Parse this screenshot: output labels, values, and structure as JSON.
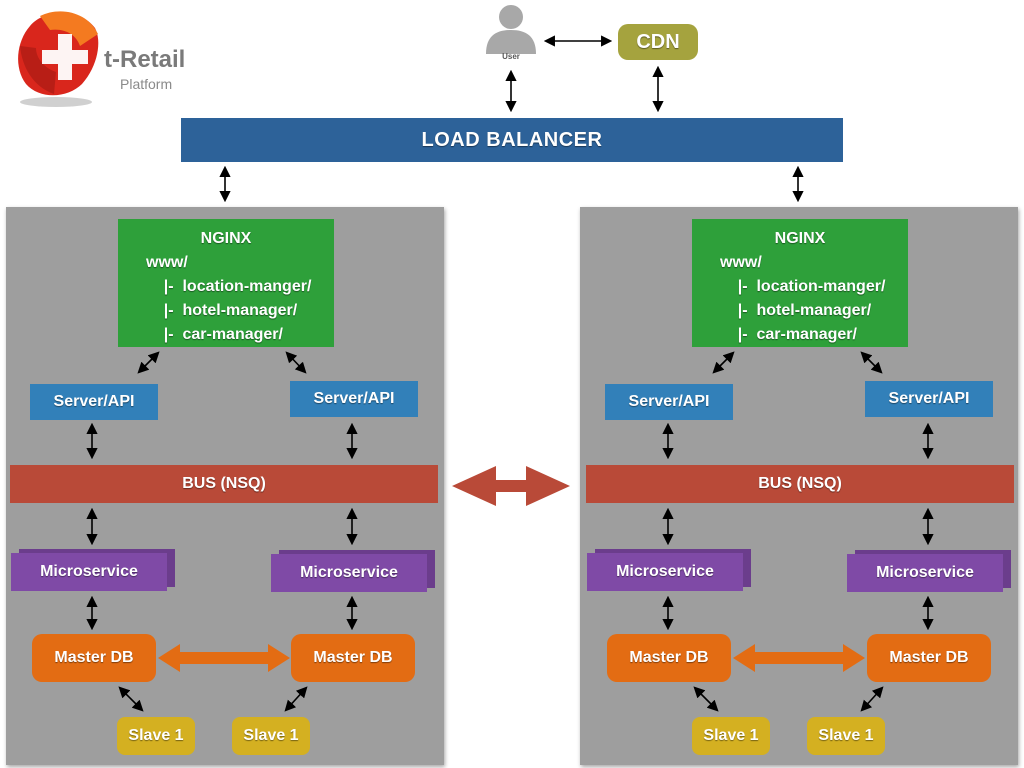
{
  "logo": {
    "text": "t-Retail",
    "sub": "Platform"
  },
  "user": {
    "label": "User"
  },
  "cdn": {
    "label": "CDN"
  },
  "load_balancer": {
    "label": "LOAD BALANCER"
  },
  "clusters": [
    {
      "nginx": {
        "title": "NGINX",
        "lines": [
          "www/",
          "    |-  location-manger/",
          "    |-  hotel-manager/",
          "    |-  car-manager/"
        ]
      },
      "api_left": "Server/API",
      "api_right": "Server/API",
      "bus": "BUS (NSQ)",
      "micro_left": "Microservice",
      "micro_right": "Microservice",
      "master_left": "Master DB",
      "master_right": "Master DB",
      "slave_left": "Slave 1",
      "slave_right": "Slave 1"
    },
    {
      "nginx": {
        "title": "NGINX",
        "lines": [
          "www/",
          "    |-  location-manger/",
          "    |-  hotel-manager/",
          "    |-  car-manager/"
        ]
      },
      "api_left": "Server/API",
      "api_right": "Server/API",
      "bus": "BUS (NSQ)",
      "micro_left": "Microservice",
      "micro_right": "Microservice",
      "master_left": "Master DB",
      "master_right": "Master DB",
      "slave_left": "Slave 1",
      "slave_right": "Slave 1"
    }
  ],
  "colors": {
    "load_balancer": "#2d6299",
    "cdn": "#a5a33e",
    "nginx": "#2ea03a",
    "server_api": "#3280b9",
    "bus": "#b94a38",
    "microservice": "#7f4aa6",
    "master_db": "#e36c13",
    "slave": "#d4b021",
    "region": "#9e9e9e"
  }
}
